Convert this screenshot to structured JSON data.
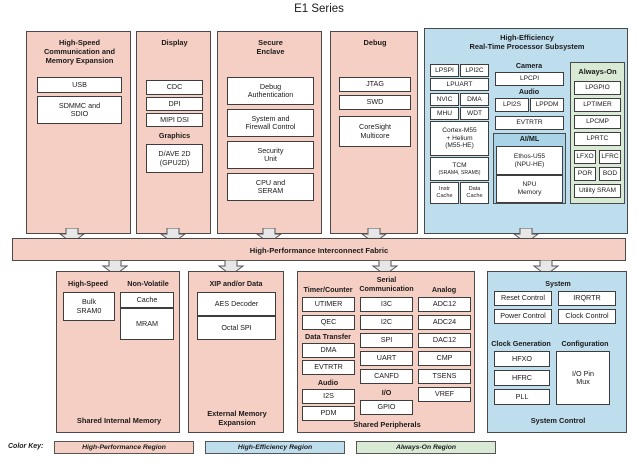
{
  "title": "E1 Series",
  "colors": {
    "high_performance": "#f6cfc4",
    "high_efficiency": "#bedded",
    "always_on": "#d8e9d4",
    "block_fill": "#ffffff",
    "outline": "#4a4a4a"
  },
  "interconnect": {
    "label": "High-Performance Interconnect Fabric"
  },
  "top_panels": {
    "hs_comm": {
      "title": "High-Speed\nCommunication and\nMemory Expansion",
      "title_l1": "High-Speed",
      "title_l2": "Communication and",
      "title_l3": "Memory Expansion",
      "blocks": [
        "USB",
        "SDMMC and SDIO"
      ],
      "usb": "USB",
      "sdmmc_l1": "SDMMC and",
      "sdmmc_l2": "SDIO"
    },
    "display": {
      "title": "Display",
      "blocks": [
        "CDC",
        "DPI",
        "MIPI DSI"
      ],
      "cdc": "CDC",
      "dpi": "DPI",
      "mipi": "MIPI DSI",
      "graphics_head": "Graphics",
      "gpu_l1": "D/AVE 2D",
      "gpu_l2": "(GPU2D)"
    },
    "secure_enclave": {
      "title_l1": "Secure",
      "title_l2": "Enclave",
      "blocks": [
        "Debug Authentication",
        "System and Firewall Control",
        "Security Unit",
        "CPU and SERAM"
      ],
      "b1_l1": "Debug",
      "b1_l2": "Authentication",
      "b2_l1": "System and",
      "b2_l2": "Firewall Control",
      "b3_l1": "Security",
      "b3_l2": "Unit",
      "b4_l1": "CPU and",
      "b4_l2": "SERAM"
    },
    "debug": {
      "title": "Debug",
      "blocks": [
        "JTAG",
        "SWD",
        "CoreSight Multicore"
      ],
      "jtag": "JTAG",
      "swd": "SWD",
      "cs_l1": "CoreSight",
      "cs_l2": "Multicore"
    },
    "he_subsystem": {
      "title_l1": "High-Efficiency",
      "title_l2": "Real-Time Processor Subsystem",
      "left_col": {
        "lpspi": "LPSPI",
        "lpi2c": "LPI2C",
        "lpuart": "LPUART",
        "nvic": "NVIC",
        "dma": "DMA",
        "mhu": "MHU",
        "wdt": "WDT",
        "cpu_l1": "Cortex-M55",
        "cpu_l2": "+ Helium",
        "cpu_l3": "(M55-HE)",
        "tcm_l1": "TCM",
        "tcm_l2": "(SRAM4, SRAM5)",
        "icache_l1": "Instr",
        "icache_l2": "Cache",
        "dcache_l1": "Data",
        "dcache_l2": "Cache"
      },
      "mid_col": {
        "camera_head": "Camera",
        "lpcpi": "LPCPI",
        "audio_head": "Audio",
        "lpi2s": "LPI2S",
        "lppdm": "LPPDM",
        "evtrtr": "EVTRTR",
        "aiml_head": "AI/ML",
        "ethos_l1": "Ethos-U55",
        "ethos_l2": "(NPU-HE)",
        "npumem_l1": "NPU",
        "npumem_l2": "Memory"
      },
      "always_on": {
        "title": "Always-On",
        "blocks": [
          "LPGPIO",
          "LPTIMER",
          "LPCMP",
          "LPRTC",
          "LFXO",
          "LFRC",
          "POR",
          "BOD",
          "Utility SRAM"
        ],
        "lpgpio": "LPGPIO",
        "lptimer": "LPTIMER",
        "lpcmp": "LPCMP",
        "lprtc": "LPRTC",
        "lfxo": "LFXO",
        "lfrc": "LFRC",
        "por": "POR",
        "bod": "BOD",
        "util_sram": "Utility SRAM"
      }
    }
  },
  "bottom_panels": {
    "shared_internal_memory": {
      "footer": "Shared Internal Memory",
      "hs_head": "High-Speed",
      "nv_head": "Non-Volatile",
      "bulk_l1": "Bulk",
      "bulk_l2": "SRAM0",
      "cache": "Cache",
      "mram": "MRAM"
    },
    "external_memory": {
      "footer_l1": "External Memory",
      "footer_l2": "Expansion",
      "head": "XIP and/or Data",
      "aes": "AES Decoder",
      "ospi": "Octal SPI"
    },
    "shared_peripherals": {
      "footer": "Shared Peripherals",
      "col1": {
        "timer_head": "Timer/Counter",
        "utimer": "UTIMER",
        "qec": "QEC",
        "dt_head": "Data Transfer",
        "dma": "DMA",
        "evtrtr": "EVTRTR",
        "audio_head": "Audio",
        "i2s": "I2S",
        "pdm": "PDM"
      },
      "col2": {
        "serial_head_l1": "Serial",
        "serial_head_l2": "Communication",
        "i3c": "I3C",
        "i2c": "I2C",
        "spi": "SPI",
        "uart": "UART",
        "canfd": "CANFD",
        "io_head": "I/O",
        "gpio": "GPIO"
      },
      "col3": {
        "analog_head": "Analog",
        "adc12": "ADC12",
        "adc24": "ADC24",
        "dac12": "DAC12",
        "cmp": "CMP",
        "tsens": "TSENS",
        "vref": "VREF"
      }
    },
    "system_control": {
      "footer": "System Control",
      "system_head": "System",
      "reset": "Reset Control",
      "irqrtr": "IRQRTR",
      "power": "Power Control",
      "clock_ctrl": "Clock Control",
      "clockgen_head": "Clock Generation",
      "config_head": "Configuration",
      "hfxo": "HFXO",
      "hfrc": "HFRC",
      "pll": "PLL",
      "iopin_l1": "I/O Pin",
      "iopin_l2": "Mux"
    }
  },
  "color_key": {
    "label": "Color Key:",
    "items": [
      {
        "label": "High-Performance Region",
        "color": "#f6cfc4"
      },
      {
        "label": "High-Efficiency Region",
        "color": "#bedded"
      },
      {
        "label": "Always-On Region",
        "color": "#d8e9d4"
      }
    ],
    "hp": "High-Performance Region",
    "he": "High-Efficiency Region",
    "ao": "Always-On Region"
  }
}
